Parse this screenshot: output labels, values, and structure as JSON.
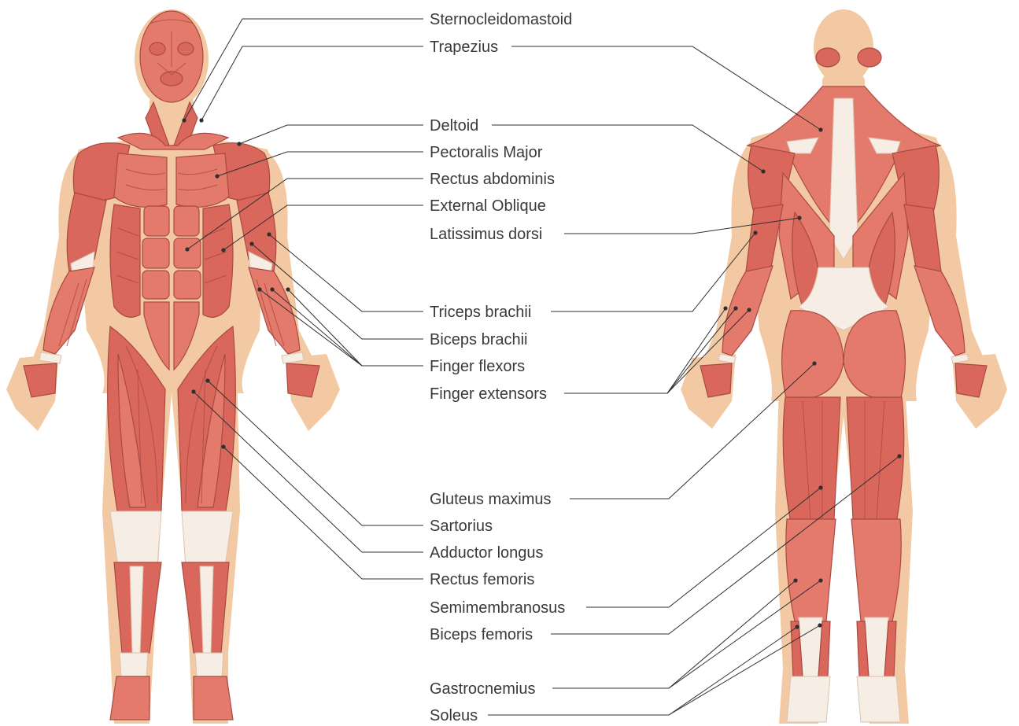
{
  "labels": [
    {
      "id": "sternocleidomastoid",
      "text": "Sternocleidomastoid"
    },
    {
      "id": "trapezius",
      "text": "Trapezius"
    },
    {
      "id": "deltoid",
      "text": "Deltoid"
    },
    {
      "id": "pectoralis-major",
      "text": "Pectoralis Major"
    },
    {
      "id": "rectus-abdominis",
      "text": "Rectus abdominis"
    },
    {
      "id": "external-oblique",
      "text": "External Oblique"
    },
    {
      "id": "latissimus-dorsi",
      "text": "Latissimus dorsi"
    },
    {
      "id": "triceps-brachii",
      "text": "Triceps brachii"
    },
    {
      "id": "biceps-brachii",
      "text": "Biceps brachii"
    },
    {
      "id": "finger-flexors",
      "text": "Finger flexors"
    },
    {
      "id": "finger-extensors",
      "text": "Finger extensors"
    },
    {
      "id": "gluteus-maximus",
      "text": "Gluteus maximus"
    },
    {
      "id": "sartorius",
      "text": "Sartorius"
    },
    {
      "id": "adductor-longus",
      "text": "Adductor longus"
    },
    {
      "id": "rectus-femoris",
      "text": "Rectus femoris"
    },
    {
      "id": "semimembranosus",
      "text": "Semimembranosus"
    },
    {
      "id": "biceps-femoris",
      "text": "Biceps femoris"
    },
    {
      "id": "gastrocnemius",
      "text": "Gastrocnemius"
    },
    {
      "id": "soleus",
      "text": "Soleus"
    }
  ],
  "colors": {
    "skin": "#f3c9a4",
    "muscle_dark": "#d9675b",
    "muscle": "#e37a6c",
    "muscle_light": "#ec9a8c",
    "tendon": "#f6ede4",
    "leader_line": "#2f2f2f",
    "label_text": "#3a3a3a"
  }
}
